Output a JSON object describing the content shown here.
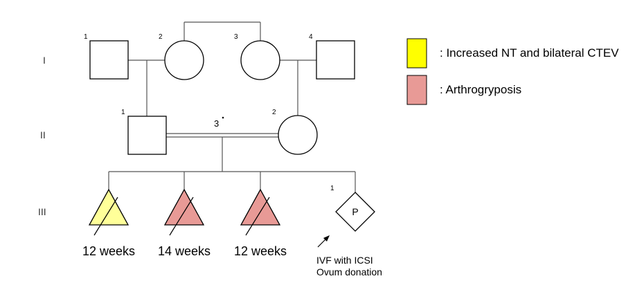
{
  "generations": [
    "I",
    "II",
    "III"
  ],
  "individuals": {
    "I1": {
      "number": "1"
    },
    "I2": {
      "number": "2"
    },
    "I3": {
      "number": "3"
    },
    "I4": {
      "number": "4"
    },
    "II1": {
      "number": "1"
    },
    "II2": {
      "number": "2"
    },
    "III1": {
      "number": "1",
      "symbol": "P"
    }
  },
  "sibship_count": "3",
  "pregnancies": [
    {
      "label": "12 weeks",
      "color": "#ffff99"
    },
    {
      "label": "14 weeks",
      "color": "#e89a96"
    },
    {
      "label": "12 weeks",
      "color": "#e89a96"
    }
  ],
  "legend": [
    {
      "label": ": Increased NT and bilateral CTEV",
      "color": "#ffff00"
    },
    {
      "label": ": Arthrogryposis",
      "color": "#e89a96"
    }
  ],
  "note": {
    "line1": "IVF with ICSI",
    "line2": "Ovum donation"
  }
}
